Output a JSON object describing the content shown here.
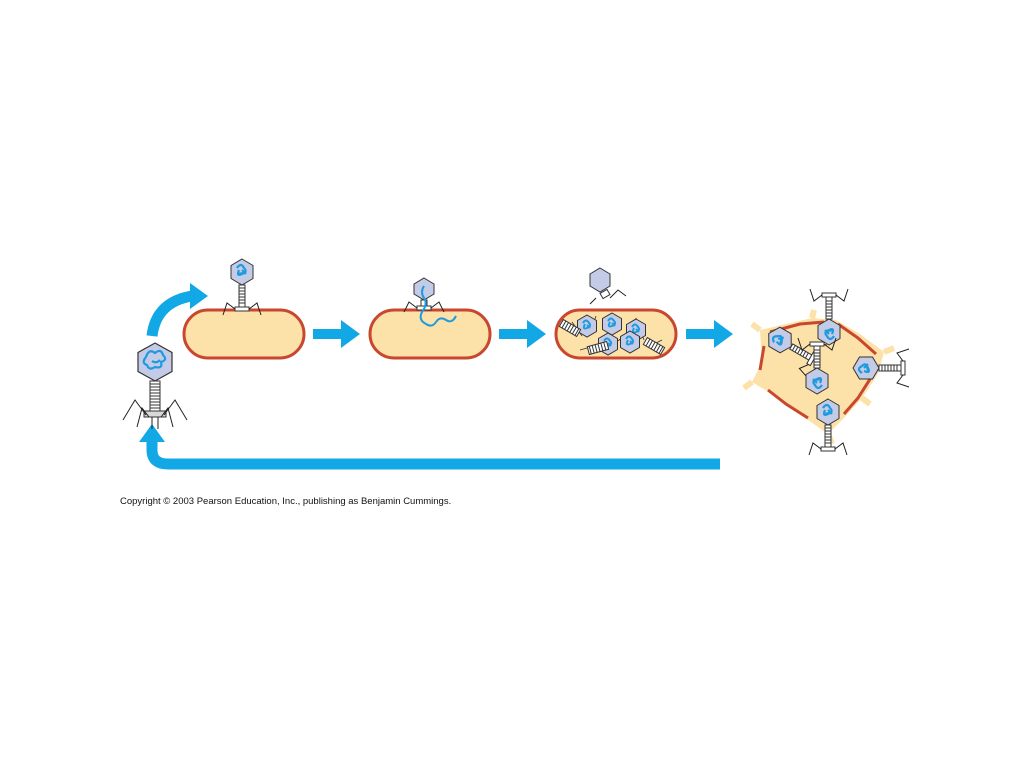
{
  "copyright": "Copyright © 2003 Pearson Education, Inc., publishing as Benjamin Cummings.",
  "colors": {
    "arrow": "#12a8e6",
    "cytoplasm": "#fce1a8",
    "membrane": "#c8472e",
    "phage_head": "#c4cbe6",
    "phage_dna": "#1e9be0",
    "phage_outline": "#333333"
  },
  "stages": [
    {
      "name": "free-phage"
    },
    {
      "name": "attachment"
    },
    {
      "name": "dna-injection"
    },
    {
      "name": "replication-assembly"
    },
    {
      "name": "lysis-release"
    }
  ]
}
